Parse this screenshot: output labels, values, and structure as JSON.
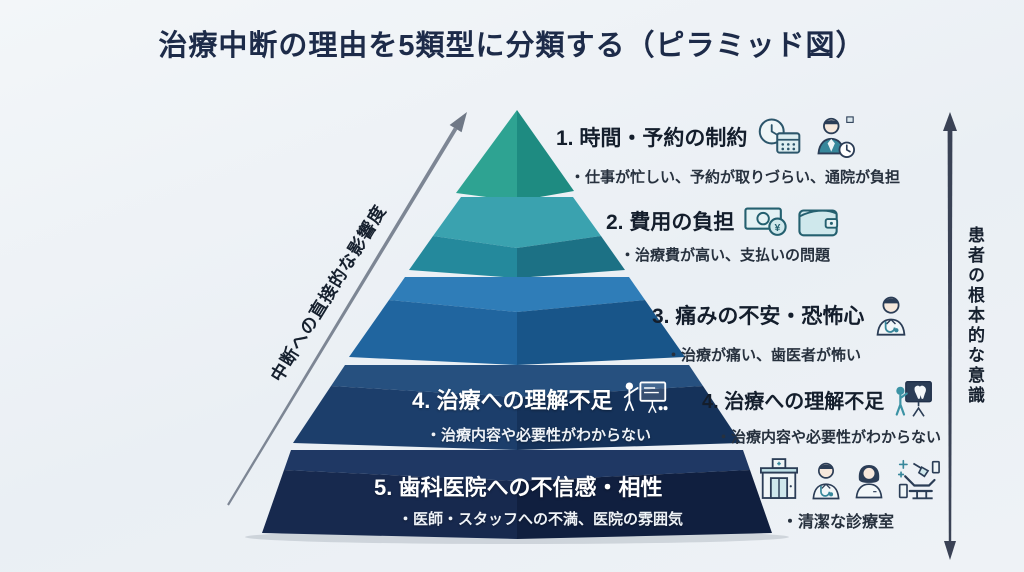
{
  "title": "治療中断の理由を5類型に分類する（ピラミッド図）",
  "axes": {
    "left_label": "中断への直接的な影響度",
    "right_label": "患者の根本的な意識"
  },
  "annotations": {
    "a1": {
      "label": "1. 時間・予約の制約",
      "detail": "・仕事が忙しい、予約が取りづらい、通院が負担",
      "icons": [
        "clock-calendar-icon",
        "businessperson-clock-icon"
      ]
    },
    "a2": {
      "label": "2. 費用の負担",
      "detail": "・治療費が高い、支払いの問題",
      "icons": [
        "banknote-yen-icon",
        "wallet-icon"
      ]
    },
    "a3": {
      "label": "3. 痛みの不安・恐怖心",
      "detail": "・治療が痛い、歯医者が怖い",
      "icons": [
        "doctor-icon"
      ]
    },
    "a4_inside": {
      "label": "4. 治療への理解不足",
      "detail": "・治療内容や必要性がわからない",
      "icons": [
        "presenter-board-icon"
      ]
    },
    "a4_right": {
      "label": "4. 治療への理解不足",
      "detail": "・治療内容や必要性がわからない",
      "icons": [
        "presenter-tooth-board-icon"
      ]
    },
    "a5_inside": {
      "label": "5. 歯科医院への不信感・相性",
      "detail": "・医師・スタッフへの不満、医院の雰囲気"
    },
    "a5_right": {
      "detail": "・清潔な診療室",
      "icons": [
        "clinic-entrance-icon",
        "doctor-icon",
        "female-staff-icon",
        "dental-chair-clean-icon"
      ]
    }
  },
  "pyramid": {
    "type": "pyramid",
    "levels": [
      {
        "rank": 1,
        "label": "1. 時間・予約の制約",
        "color": "#2EA392"
      },
      {
        "rank": 2,
        "label": "2. 費用の負担",
        "color": "#24899C"
      },
      {
        "rank": 3,
        "label": "3. 痛みの不安・恐怖心",
        "color": "#20659F"
      },
      {
        "rank": 4,
        "label": "4. 治療への理解不足",
        "color": "#1C3E6B"
      },
      {
        "rank": 5,
        "label": "5. 歯科医院への不信感・相性",
        "color": "#17294E"
      }
    ]
  },
  "icons": {
    "yen_symbol": "¥"
  },
  "colors": {
    "background": "#EDF1F5",
    "title_text": "#1D2B49",
    "heading_text": "#141E2C",
    "detail_text": "#27313E",
    "inside_text": "#FFFFFF",
    "left_arrow": "#7D8694",
    "right_arrow": "#3A4255",
    "tier1_left": "#2EA392",
    "tier1_right": "#1E8B81",
    "tier2_lid": "#3AA2AF",
    "tier2_left": "#24899C",
    "tier2_right": "#1C7185",
    "tier3_lid": "#2F7DB8",
    "tier3_left": "#20659F",
    "tier3_right": "#185589",
    "tier4_lid": "#26507F",
    "tier4_left": "#1C3E6B",
    "tier4_right": "#15325A",
    "tier5_lid": "#1F3864",
    "tier5_left": "#17294E",
    "tier5_right": "#101F3F",
    "icon_teal": "#37879B",
    "icon_navy": "#2B3D56"
  }
}
